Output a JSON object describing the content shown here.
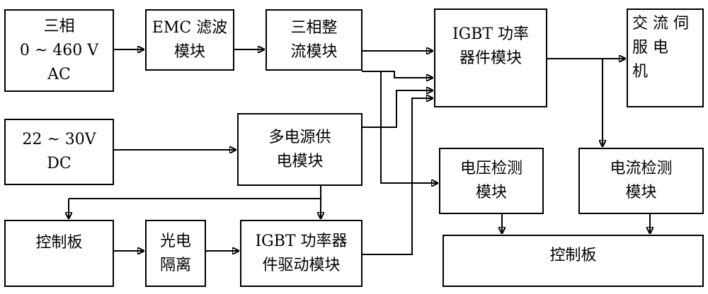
{
  "boxes": {
    "ac_input": "三相\n0 ~ 460 V\nAC",
    "emc_filter": "EMC 滤波\n模块",
    "rectifier": "三相整\n流模块",
    "igbt_power": "IGBT 功率\n器件模块",
    "servo_motor": "交 流 伺\n服  电\n机",
    "dc_input": "22 ~ 30V\nDC",
    "multi_power": "多电源供\n电模块",
    "voltage_detect": "电压检测\n模块",
    "current_detect": "电流检测\n模块",
    "control_board_left": "控制板",
    "opto_isolation": "光电\n隔离",
    "igbt_driver": "IGBT  功率器\n件驱动模块",
    "control_board_right": "控制板"
  }
}
